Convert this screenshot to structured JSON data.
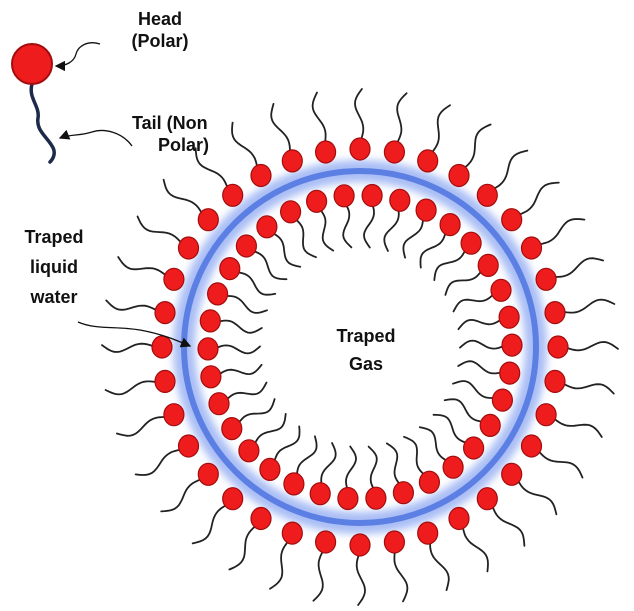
{
  "labels": {
    "head_line1": "Head",
    "head_line2": "(Polar)",
    "tail_line1": "Tail (Non",
    "tail_line2": "Polar)",
    "water_line1": "Traped",
    "water_line2": "liquid",
    "water_line3": "water",
    "gas_line1": "Traped",
    "gas_line2": "Gas"
  },
  "colors": {
    "head_fill": "#ee1c1c",
    "head_stroke": "#a30d0d",
    "tail_outer": "#222222",
    "legend_tail": "#1e2a4a",
    "water_ring": "#4f74e0",
    "water_glow": "#a9bdf5",
    "text": "#111111"
  },
  "structure": {
    "outer_layer_molecules": 36,
    "inner_layer_molecules": 34
  },
  "icons": [
    "molecule-head-icon",
    "molecule-tail-icon",
    "pointer-arrow-icon"
  ]
}
